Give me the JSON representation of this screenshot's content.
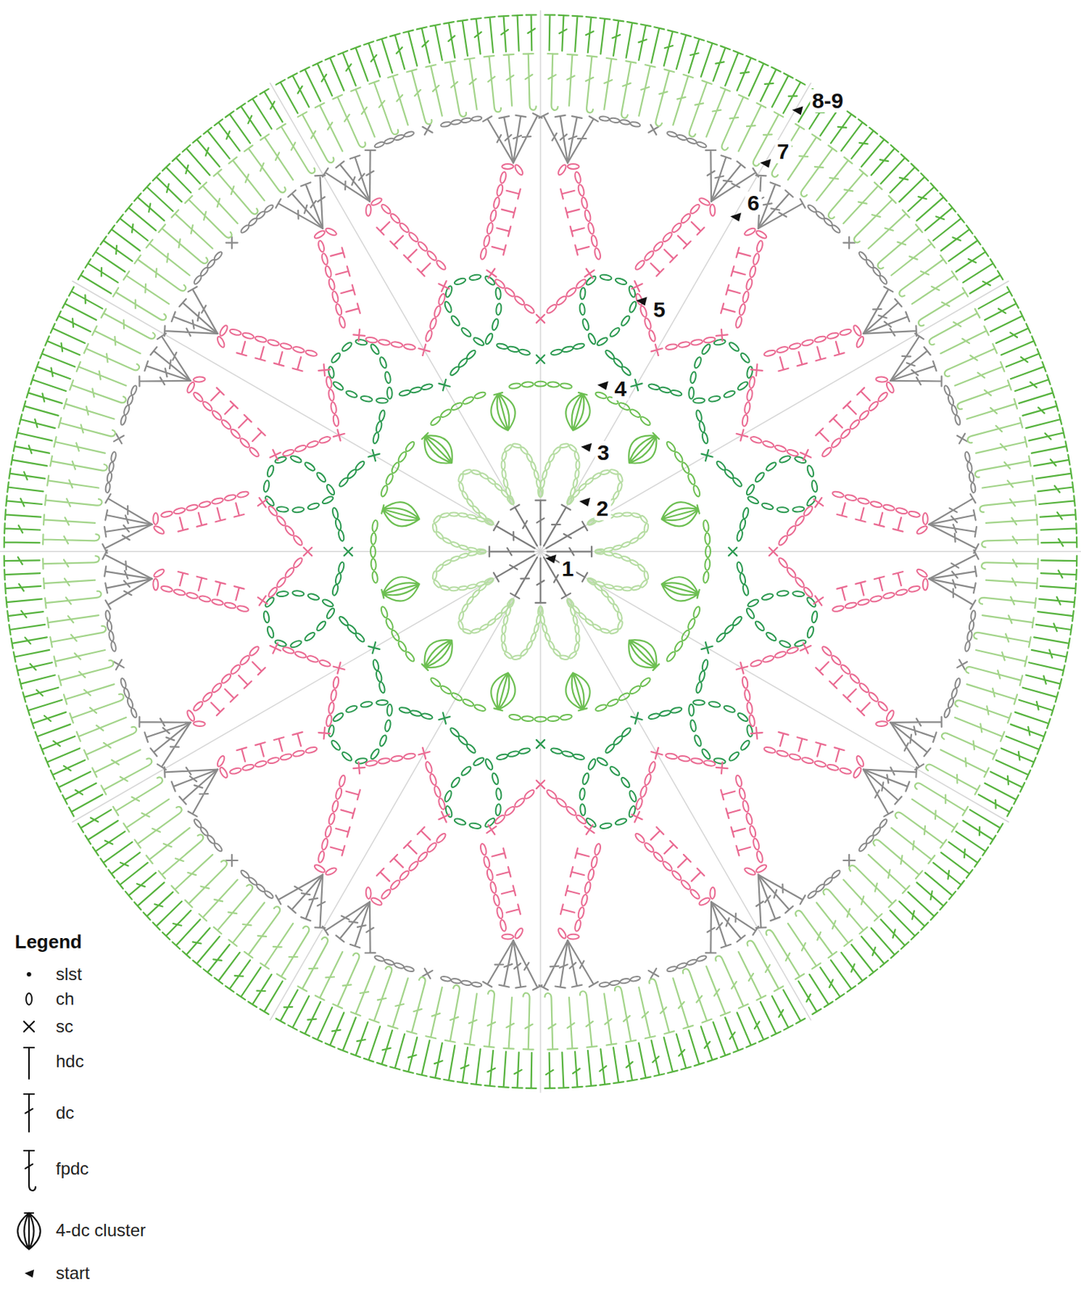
{
  "diagram": {
    "labels": [
      "1",
      "2",
      "3",
      "4",
      "5",
      "6",
      "7",
      "8-9",
      "Legend"
    ],
    "legend": [
      {
        "text": "slst"
      },
      {
        "text": "ch"
      },
      {
        "text": "sc"
      },
      {
        "text": "hdc"
      },
      {
        "text": "dc"
      },
      {
        "text": "fpdc"
      },
      {
        "text": "4-dc cluster"
      },
      {
        "text": "start"
      }
    ]
  }
}
